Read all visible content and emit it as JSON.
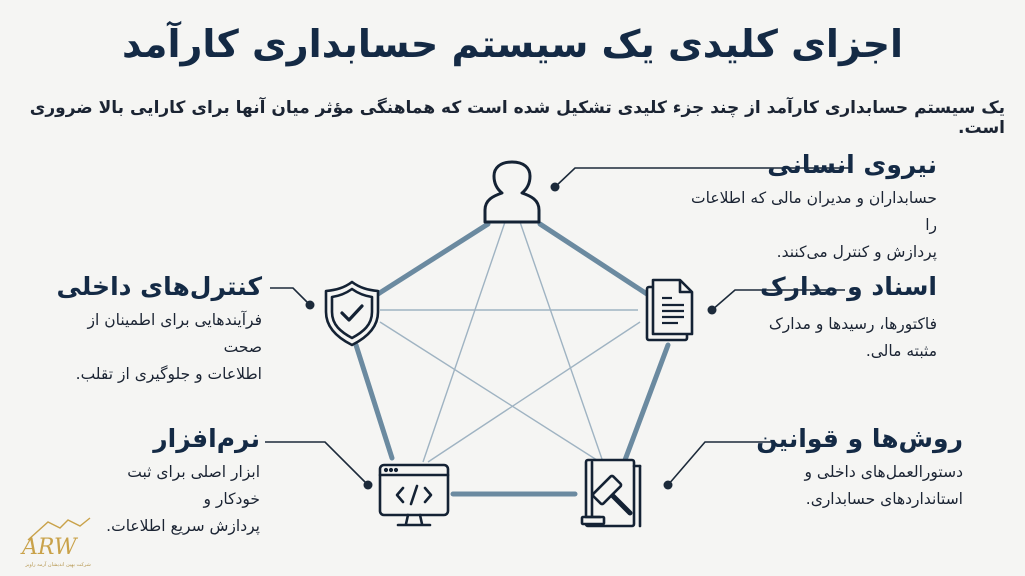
{
  "header": {
    "title": "اجزای کلیدی یک سیستم حسابداری کارآمد",
    "subtitle": "یک سیستم حسابداری کارآمد از چند جزء کلیدی تشکیل شده است که هماهنگی مؤثر میان آنها برای کارایی بالا ضروری است."
  },
  "colors": {
    "title": "#142a45",
    "text": "#1b2433",
    "pentagon_edge": "#6b8aa0",
    "inner_lines": "#9fb3c2",
    "icon_stroke": "#142234",
    "background": "#f5f5f3",
    "logo_gold": "#c9a24a"
  },
  "components": [
    {
      "id": "human",
      "icon": "person-icon",
      "title": "نیروی انسانی",
      "desc_line1": "حسابداران و مدیران مالی که اطلاعات را",
      "desc_line2": "پردازش و کنترل می‌کنند."
    },
    {
      "id": "documents",
      "icon": "document-icon",
      "title": "اسناد و مدارک",
      "desc_line1": "فاکتورها، رسیدها و مدارک",
      "desc_line2": "مثبته مالی."
    },
    {
      "id": "procedures",
      "icon": "gavel-book-icon",
      "title": "روش‌ها و قوانین",
      "desc_line1": "دستورالعمل‌های داخلی و",
      "desc_line2": "استانداردهای حسابداری."
    },
    {
      "id": "software",
      "icon": "monitor-code-icon",
      "title": "نرم‌افزار",
      "desc_line1": "ابزار اصلی برای ثبت خودکار و",
      "desc_line2": "پردازش سریع اطلاعات."
    },
    {
      "id": "controls",
      "icon": "shield-check-icon",
      "title": "کنترل‌های داخلی",
      "desc_line1": "فرآیندهایی برای اطمینان از صحت",
      "desc_line2": "اطلاعات و جلوگیری از تقلب."
    }
  ],
  "logo": {
    "mark": "ARW",
    "caption": "شرکت بهین اندیشان آرمه راویز"
  }
}
